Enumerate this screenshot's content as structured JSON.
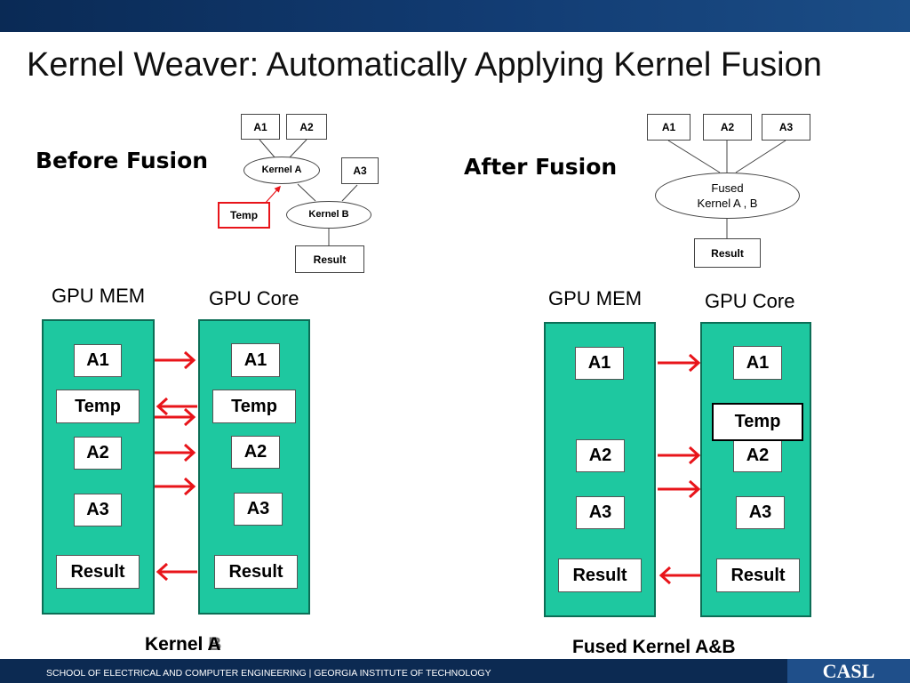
{
  "slide": {
    "title": "Kernel Weaver: Automatically Applying Kernel Fusion",
    "footer": "SCHOOL OF ELECTRICAL AND COMPUTER ENGINEERING | GEORGIA INSTITUTE OF TECHNOLOGY",
    "logo": "CASL"
  },
  "before": {
    "label": "Before Fusion",
    "graph": {
      "a1": "A1",
      "a2": "A2",
      "a3": "A3",
      "kernel_a": "Kernel A",
      "kernel_b": "Kernel B",
      "temp": "Temp",
      "result": "Result"
    },
    "mem_heading": "GPU MEM",
    "core_heading": "GPU Core",
    "mem": {
      "a1": "A1",
      "temp": "Temp",
      "a2": "A2",
      "a3": "A3",
      "result": "Result"
    },
    "core": {
      "a1": "A1",
      "temp": "Temp",
      "a2": "A2",
      "a3": "A3",
      "result": "Result"
    },
    "caption": "Kernel A",
    "caption_overlay": "Kernel B"
  },
  "after": {
    "label": "After Fusion",
    "graph": {
      "a1": "A1",
      "a2": "A2",
      "a3": "A3",
      "fused": "Fused\nKernel A , B",
      "result": "Result"
    },
    "mem_heading": "GPU MEM",
    "core_heading": "GPU Core",
    "mem": {
      "a1": "A1",
      "a2": "A2",
      "a3": "A3",
      "result": "Result"
    },
    "core": {
      "a1": "A1",
      "temp": "Temp",
      "a2": "A2",
      "a3": "A3",
      "result": "Result"
    },
    "caption": "Fused Kernel A&B"
  },
  "colors": {
    "column_fill": "#1ec8a0",
    "arrow": "#e8141a",
    "header_bar": "#0a2a55"
  }
}
